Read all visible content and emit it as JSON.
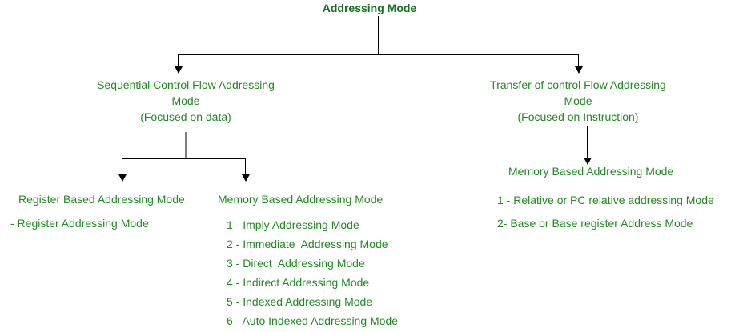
{
  "diagram": {
    "title": "Addressing Mode",
    "title_color": "#14701e",
    "text_color": "#1e8c1e",
    "connector_color": "#000000",
    "connector_color_secondary": "#808080",
    "background_color": "#ffffff"
  },
  "branches": {
    "sequential": {
      "line1": "Sequential Control Flow Addressing",
      "line2": "Mode",
      "line3": "(Focused on data)"
    },
    "transfer": {
      "line1": "Transfer of control Flow Addressing",
      "line2": "Mode",
      "line3": "(Focused on Instruction)"
    }
  },
  "columns": {
    "register_based": {
      "heading": "Register Based Addressing Mode",
      "items": [
        "- Register Addressing Mode"
      ]
    },
    "memory_based_sequential": {
      "heading": "Memory Based Addressing Mode",
      "items": [
        "1 - Imply Addressing Mode",
        "2 - Immediate  Addressing Mode",
        "3 - Direct  Addressing Mode",
        "4 - Indirect Addressing Mode",
        "5 - Indexed Addressing Mode",
        "6 - Auto Indexed Addressing Mode"
      ]
    },
    "memory_based_transfer": {
      "heading": "Memory Based Addressing Mode",
      "items": [
        "1 - Relative or PC relative addressing Mode",
        "2- Base or Base register Address Mode"
      ]
    }
  }
}
